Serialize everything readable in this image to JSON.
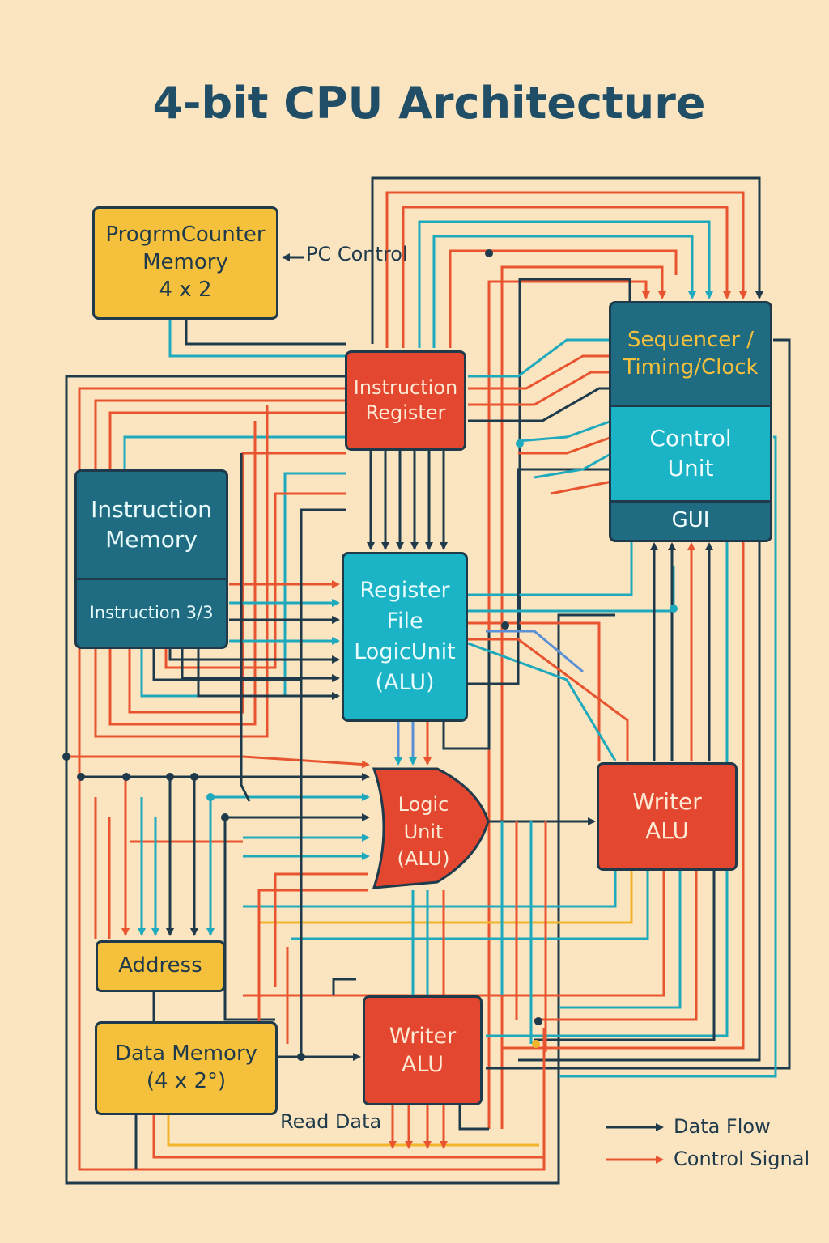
{
  "title": "4-bit CPU Architecture",
  "blocks": {
    "program_counter": {
      "line1": "ProgrmCounter",
      "line2": "Memory",
      "line3": "4 x 2"
    },
    "instruction_register": {
      "line1": "Instruction",
      "line2": "Register"
    },
    "sequencer": {
      "line1": "Sequencer /",
      "line2": "Timing/Clock"
    },
    "control_unit": {
      "line1": "Control",
      "line2": "Unit"
    },
    "gui": {
      "label": "GUI"
    },
    "instruction_memory": {
      "line1": "Instruction",
      "line2": "Memory",
      "sub": "Instruction 3/3"
    },
    "register_file": {
      "line1": "Register",
      "line2": "File",
      "line3": "LogicUnit",
      "line4": "(ALU)"
    },
    "logic_unit": {
      "line1": "Logic",
      "line2": "Unit",
      "line3": "(ALU)"
    },
    "writer_alu_right": {
      "line1": "Writer",
      "line2": "ALU"
    },
    "address": {
      "label": "Address"
    },
    "data_memory": {
      "line1": "Data Memory",
      "line2": "(4 x 2°)"
    },
    "writer_alu_bottom": {
      "line1": "Writer",
      "line2": "ALU"
    }
  },
  "labels": {
    "pc_control": "PC Control",
    "read_data": "Read Data"
  },
  "legend": {
    "data_flow": "Data Flow",
    "control_signal": "Control Signal"
  },
  "colors": {
    "background": "#fbe5c0",
    "data_flow": "#1f3a4a",
    "control_signal": "#e8542f",
    "teal_wire": "#1fa9bd",
    "yellow_wire": "#f1b52c",
    "blue_wire": "#5b8fd6"
  }
}
